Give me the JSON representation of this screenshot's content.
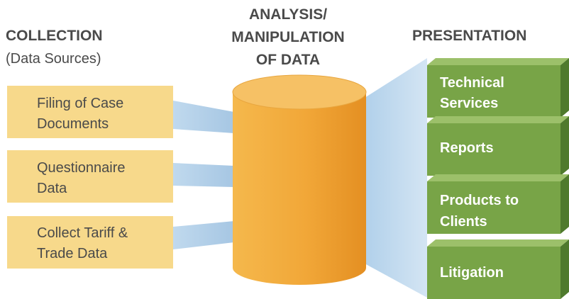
{
  "headers": {
    "collection_title": "COLLECTION",
    "collection_subtitle": "(Data Sources)",
    "analysis_line1": "ANALYSIS/",
    "analysis_line2": "MANIPULATION",
    "analysis_line3": "OF DATA",
    "presentation_title": "PRESENTATION"
  },
  "sources": [
    {
      "lines": [
        "Filing of Case",
        "Documents"
      ]
    },
    {
      "lines": [
        "Questionnaire",
        "Data"
      ]
    },
    {
      "lines": [
        "Collect Tariff &",
        "Trade Data"
      ]
    }
  ],
  "outputs": [
    {
      "lines": [
        "Technical",
        "Services"
      ]
    },
    {
      "lines": [
        "Reports"
      ]
    },
    {
      "lines": [
        "Products to",
        "Clients"
      ]
    },
    {
      "lines": [
        "Litigation"
      ]
    }
  ],
  "colors": {
    "header_text": "#4a4a4a",
    "source_box": "#f7d98b",
    "source_text": "#4a4a4a",
    "connector_blue": "#9fc3e2",
    "cylinder_body": "#f0a83a",
    "cylinder_top": "#f6c165",
    "output_box": "#78a447",
    "output_box_dark": "#4f7a2d",
    "output_text": "#ffffff"
  }
}
